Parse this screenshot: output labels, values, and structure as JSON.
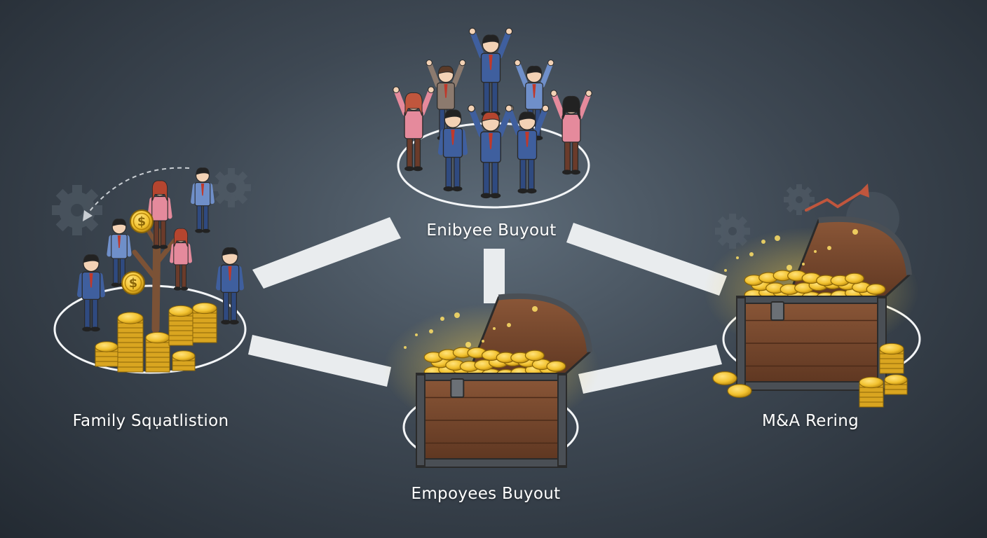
{
  "nodes": {
    "top": {
      "label": "Enibyee Buyout"
    },
    "left": {
      "label": "Family Sqụatlistion"
    },
    "bottom": {
      "label": "Empoyees Buyout"
    },
    "right": {
      "label": "M&A Rering"
    }
  },
  "colors": {
    "background_center": "#5d6b78",
    "background_edge": "#232a32",
    "connector": "#e9ecee",
    "ring": "#f3f5f7",
    "coin": "#f2c230",
    "coin_dark": "#b8860b",
    "chest_wood": "#7a4a2e",
    "chest_metal": "#4a4f55",
    "suit_blue": "#3f5f9e",
    "shirt_pink": "#e58a9c",
    "tree_trunk": "#7b5236",
    "trend_arrow": "#c0563d"
  }
}
